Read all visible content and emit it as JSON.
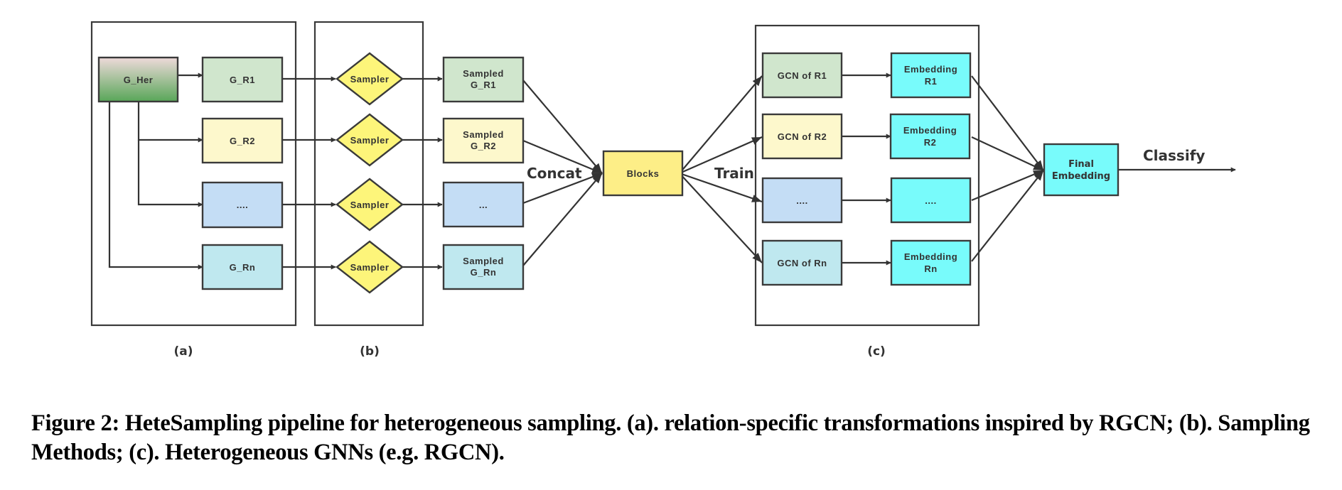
{
  "colors": {
    "stroke": "#333333",
    "g_her_top": "#ecd9d9",
    "g_her_bottom": "#5aa85a",
    "green_box": "#d0e6cd",
    "yellow_box": "#fdf8cc",
    "blue_box": "#c4ddf5",
    "teal_box": "#bfe8ef",
    "sampler_fill": "#fdf57a",
    "blocks_fill": "#fdee87",
    "cyan_fill": "#78fbfb"
  },
  "panels": {
    "a": {
      "label": "(a)",
      "source": "G_Her",
      "relations": [
        "G_R1",
        "G_R2",
        "....",
        "G_Rn"
      ]
    },
    "b": {
      "label": "(b)",
      "samplers": [
        "Sampler",
        "Sampler",
        "Sampler",
        "Sampler"
      ]
    },
    "c": {
      "label": "(c)",
      "gcns": [
        "GCN of R1",
        "GCN of R2",
        "....",
        "GCN of Rn"
      ],
      "embeddings": [
        [
          "Embedding",
          "R1"
        ],
        [
          "Embedding",
          "R2"
        ],
        [
          "...."
        ],
        [
          "Embedding",
          "Rn"
        ]
      ]
    }
  },
  "sampled": [
    [
      "Sampled",
      "G_R1"
    ],
    [
      "Sampled",
      "G_R2"
    ],
    [
      "..."
    ],
    [
      "Sampled",
      "G_Rn"
    ]
  ],
  "blocks": "Blocks",
  "final": [
    "Final",
    "Embedding"
  ],
  "edge_labels": {
    "concat": "Concat",
    "train": "Train",
    "classify": "Classify"
  },
  "caption": "Figure 2: HeteSampling pipeline for heterogeneous sampling. (a). relation-specific transformations inspired by RGCN; (b). Sampling Methods; (c). Heterogeneous GNNs (e.g. RGCN)."
}
